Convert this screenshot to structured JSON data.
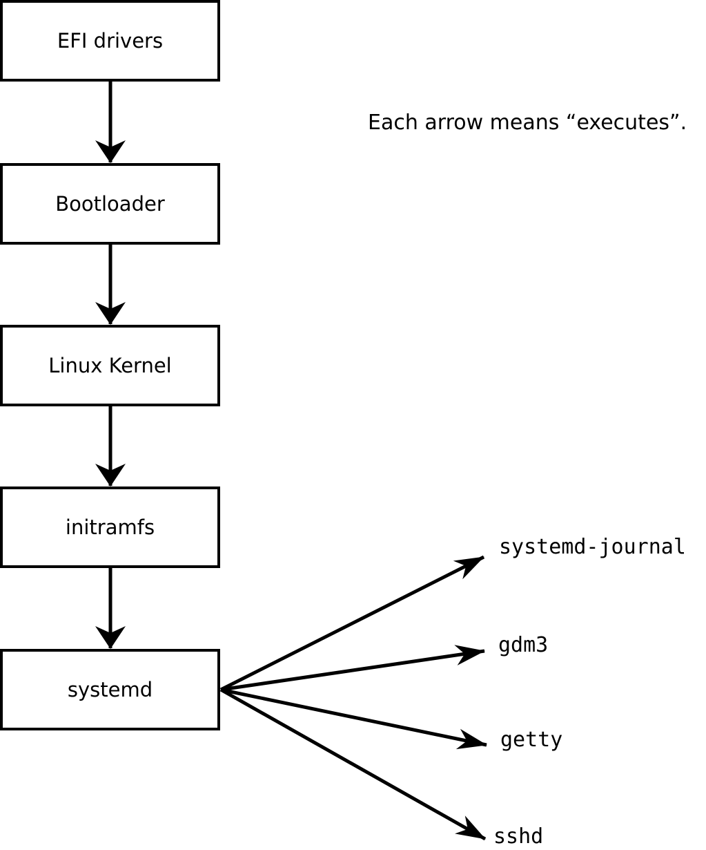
{
  "page": {
    "background_color": "#ffffff",
    "ink_color": "#000000"
  },
  "annotation": {
    "text": "Each arrow means “executes”."
  },
  "flow": {
    "boxes": [
      {
        "label": "EFI drivers"
      },
      {
        "label": "Bootloader"
      },
      {
        "label": "Linux Kernel"
      },
      {
        "label": "initramfs"
      },
      {
        "label": "systemd"
      }
    ]
  },
  "spawned": [
    {
      "label": "systemd-journal"
    },
    {
      "label": "gdm3"
    },
    {
      "label": "getty"
    },
    {
      "label": "sshd"
    }
  ],
  "edges": [
    {
      "from": "EFI drivers",
      "to": "Bootloader",
      "meaning": "executes"
    },
    {
      "from": "Bootloader",
      "to": "Linux Kernel",
      "meaning": "executes"
    },
    {
      "from": "Linux Kernel",
      "to": "initramfs",
      "meaning": "executes"
    },
    {
      "from": "initramfs",
      "to": "systemd",
      "meaning": "executes"
    },
    {
      "from": "systemd",
      "to": "systemd-journal",
      "meaning": "executes"
    },
    {
      "from": "systemd",
      "to": "gdm3",
      "meaning": "executes"
    },
    {
      "from": "systemd",
      "to": "getty",
      "meaning": "executes"
    },
    {
      "from": "systemd",
      "to": "sshd",
      "meaning": "executes"
    }
  ]
}
